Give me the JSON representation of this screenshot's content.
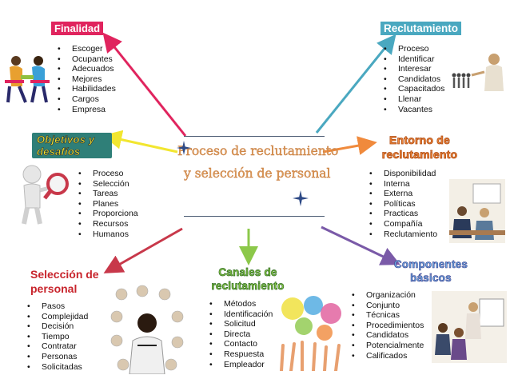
{
  "center": {
    "line1": "Proceso de reclutamiento",
    "line2": "y selección de personal"
  },
  "finalidad": {
    "title": "Finalidad",
    "items": [
      "Escoger",
      "Ocupantes",
      "Adecuados",
      "Mejores",
      "Habilidades",
      "Cargos",
      "Empresa"
    ]
  },
  "reclutamiento": {
    "title": "Reclutamiento",
    "items": [
      "Proceso",
      "Identificar",
      "Interesar",
      "Candidatos",
      "Capacitados",
      "Llenar",
      "Vacantes"
    ]
  },
  "objetivos": {
    "title_line1": "Objetivos y",
    "title_line2": "desafíos",
    "items": [
      "Proceso",
      "Selección",
      "Tareas",
      "Planes",
      "Proporciona",
      "Recursos",
      "Humanos"
    ]
  },
  "entorno": {
    "title_line1": "Entorno de",
    "title_line2": "reclutamiento",
    "items": [
      "Disponibilidad",
      "Interna",
      "Externa",
      "Políticas",
      "Practicas",
      "Compañía",
      "Reclutamiento"
    ]
  },
  "seleccion": {
    "title_line1": "Selección de",
    "title_line2": "personal",
    "items": [
      "Pasos",
      "Complejidad",
      "Decisión",
      "Tiempo",
      "Contratar",
      "Personas",
      "Solicitadas"
    ]
  },
  "canales": {
    "title_line1": "Canales de",
    "title_line2": "reclutamiento",
    "items": [
      "Métodos",
      "Identificación",
      "Solicitud",
      "Directa",
      "Contacto",
      "Respuesta",
      "Empleador"
    ]
  },
  "componentes": {
    "title_line1": "Componentes",
    "title_line2": "básicos",
    "items": [
      "Organización",
      "Conjunto",
      "Técnicas",
      "Procedimientos",
      "Candidatos",
      "Potencialmente",
      "Calificados"
    ]
  },
  "colors": {
    "finalidad": "#e0245e",
    "reclutamiento": "#4aa8c0",
    "objetivos": "#f2e630",
    "entorno": "#f08a3c",
    "seleccion": "#c8384a",
    "canales": "#8cc84a",
    "componentes": "#7a5aa8"
  }
}
